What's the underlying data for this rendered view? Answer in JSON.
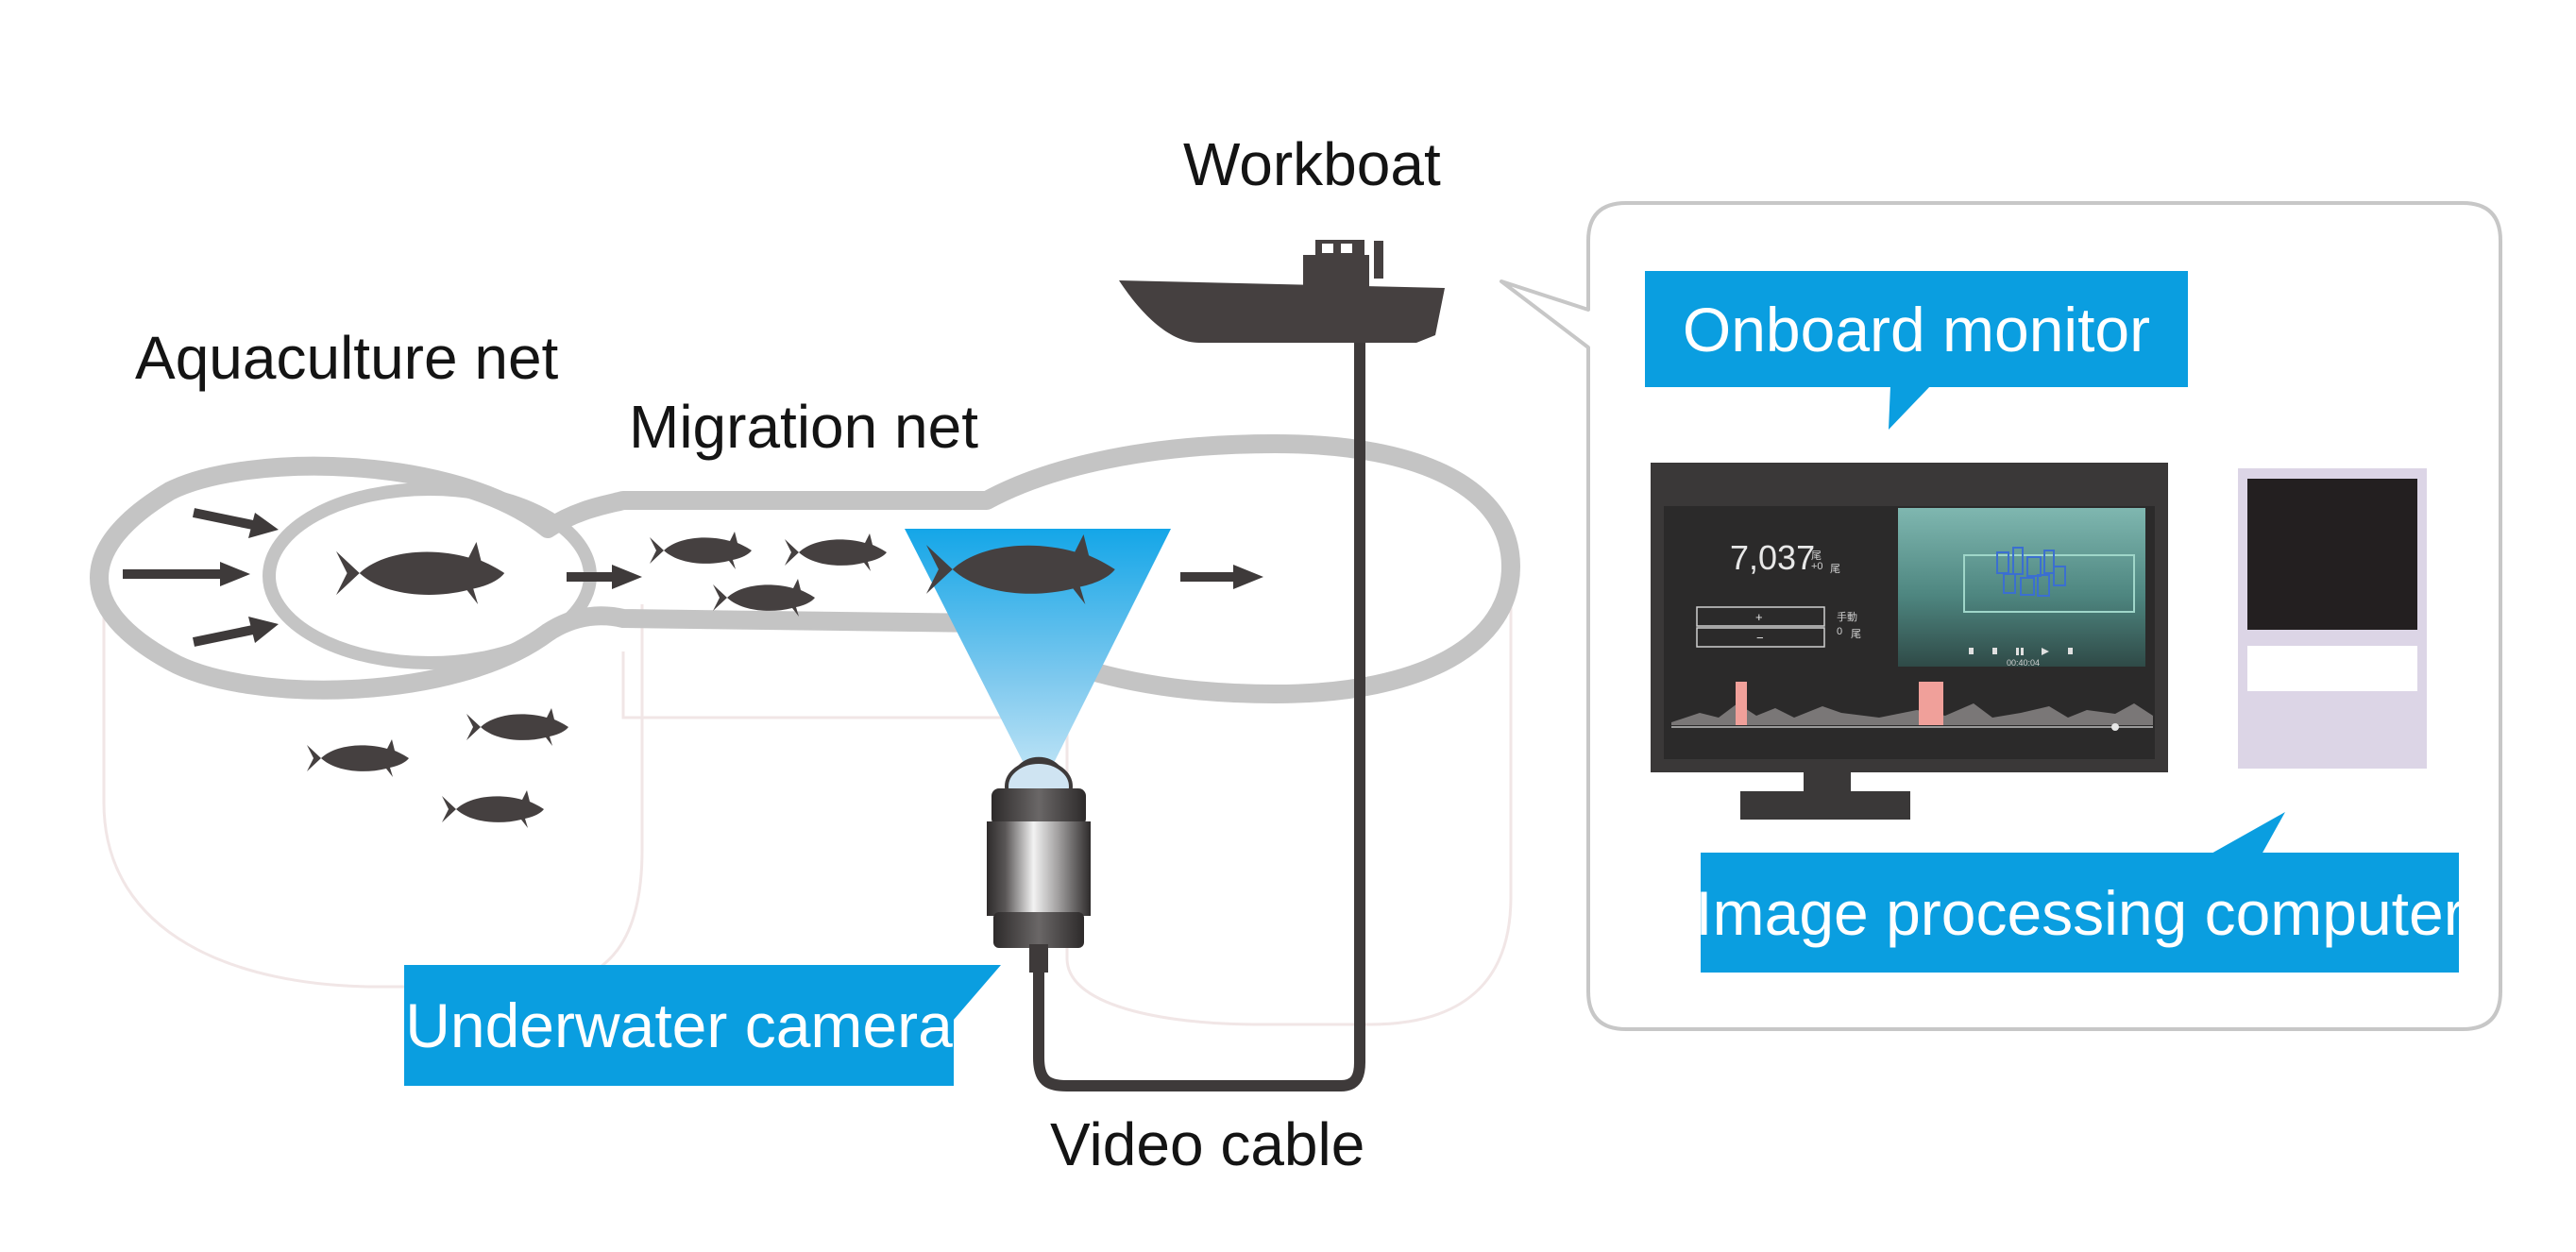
{
  "labels": {
    "workboat": "Workboat",
    "aquaculture_net": "Aquaculture net",
    "migration_net": "Migration net",
    "video_cable": "Video cable"
  },
  "tags": {
    "onboard_monitor": "Onboard monitor",
    "image_processing_computer": "Image processing computer",
    "underwater_camera": "Underwater camera"
  },
  "monitor_screen": {
    "fish_count": "7,037",
    "count_unit": "尾",
    "count_delta": "+0",
    "count_delta_unit": "尾",
    "plus_button": "+",
    "minus_button": "−",
    "adjust_label": "手動",
    "adjust_value": "0",
    "adjust_unit": "尾",
    "video_timestamp": "00:40:04"
  },
  "colors": {
    "accent_blue": "#0a9ee0",
    "dark_gray": "#454040",
    "net_gray": "#c4c4c4",
    "monitor_bg": "#2f2e2e",
    "highlight_red": "#f0a09a"
  }
}
